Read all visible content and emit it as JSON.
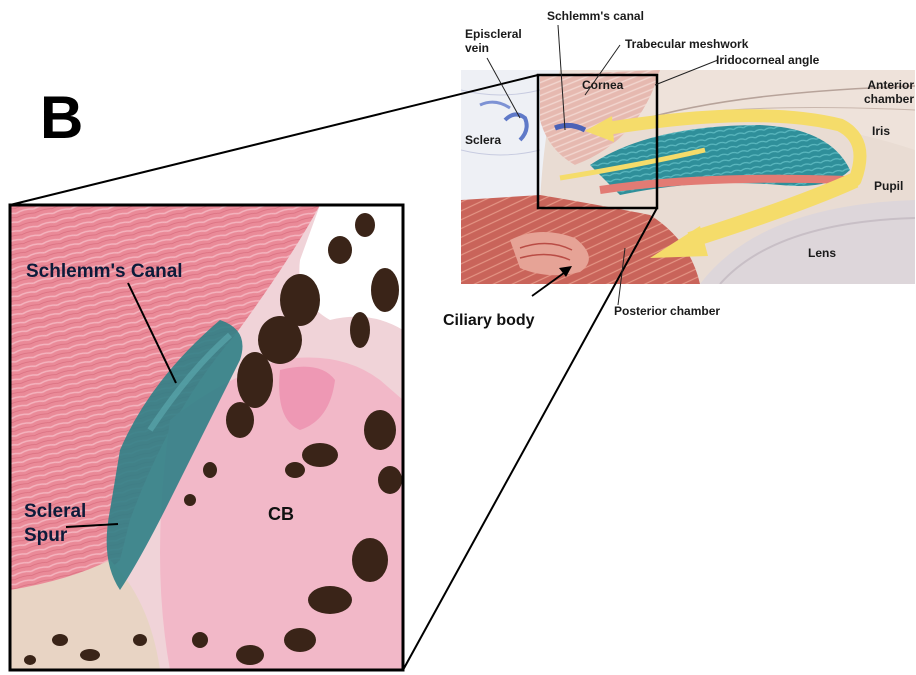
{
  "panel_label": "B",
  "anatomy_labels": {
    "episcleral_vein": "Episcleral vein",
    "schlemms_canal": "Schlemm's canal",
    "trabecular_meshwork": "Trabecular meshwork",
    "iridocorneal_angle": "Iridocorneal angle",
    "cornea": "Cornea",
    "anterior_chamber": "Anterior chamber",
    "sclera": "Sclera",
    "iris": "Iris",
    "pupil": "Pupil",
    "lens": "Lens",
    "ciliary_body": "Ciliary body",
    "posterior_chamber": "Posterior chamber"
  },
  "histology_labels": {
    "schlemms_canal": "Schlemm's Canal",
    "scleral_spur": "Scleral Spur",
    "cb": "CB"
  },
  "colors": {
    "sclera_pink": "#e8808e",
    "stroma_pink": "#f2b8c8",
    "blue_stain": "#2f7f86",
    "pigment_brown": "#3a2418",
    "yellow_arrow": "#f5dc6a",
    "iris_teal": "#2f8f9a"
  }
}
